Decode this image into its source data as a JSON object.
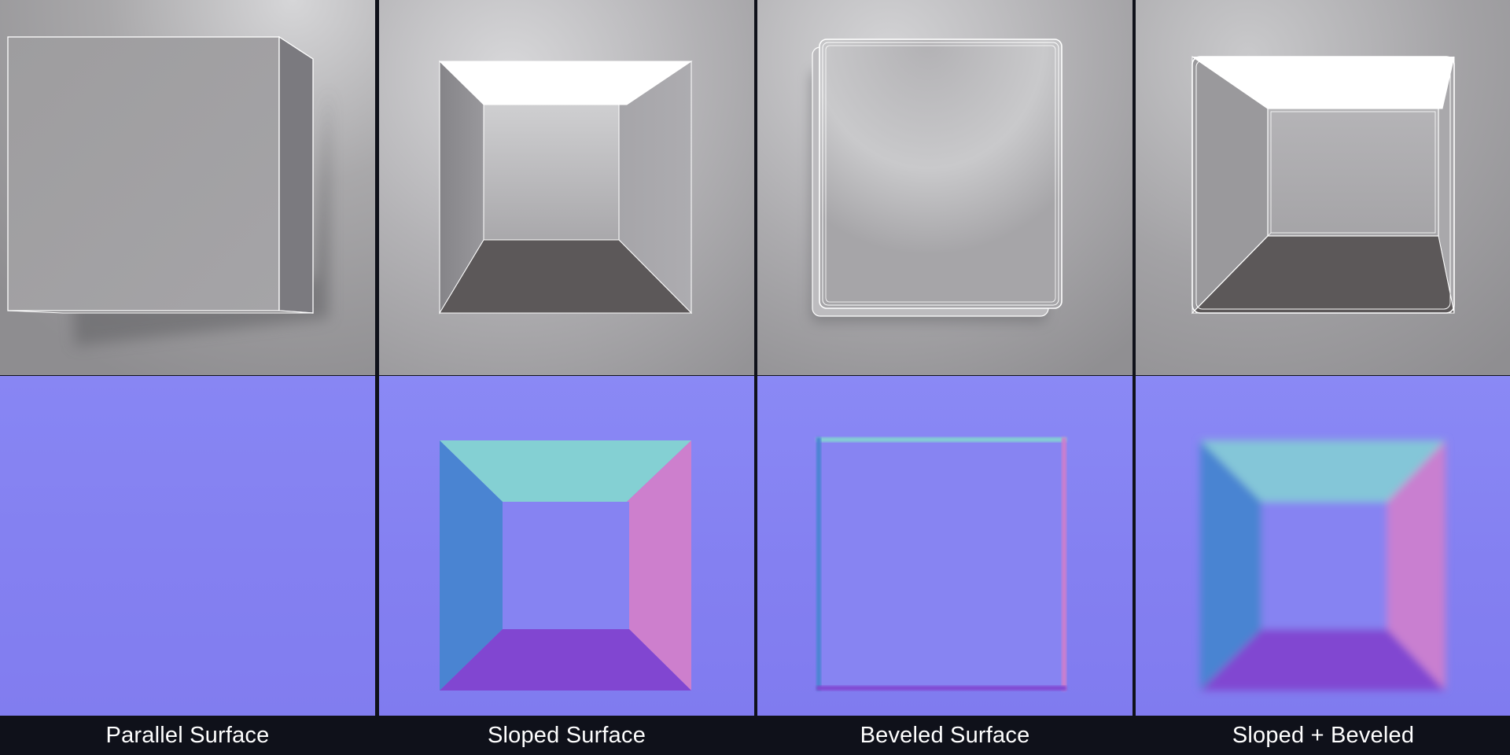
{
  "panels": [
    {
      "caption": "Parallel Surface"
    },
    {
      "caption": "Sloped Surface"
    },
    {
      "caption": "Beveled Surface"
    },
    {
      "caption": "Sloped + Beveled"
    }
  ],
  "colors": {
    "background": "#0f111a",
    "normal_flat": "#8581f2",
    "normal_top_face": "#84d0d3",
    "normal_left_face": "#4a84d2",
    "normal_right_face": "#cd7fcd",
    "normal_bottom_face": "#8146d1",
    "render_top_face": "#ffffff",
    "render_bottom_face": "#5c5859",
    "caption_text": "#ffffff"
  }
}
